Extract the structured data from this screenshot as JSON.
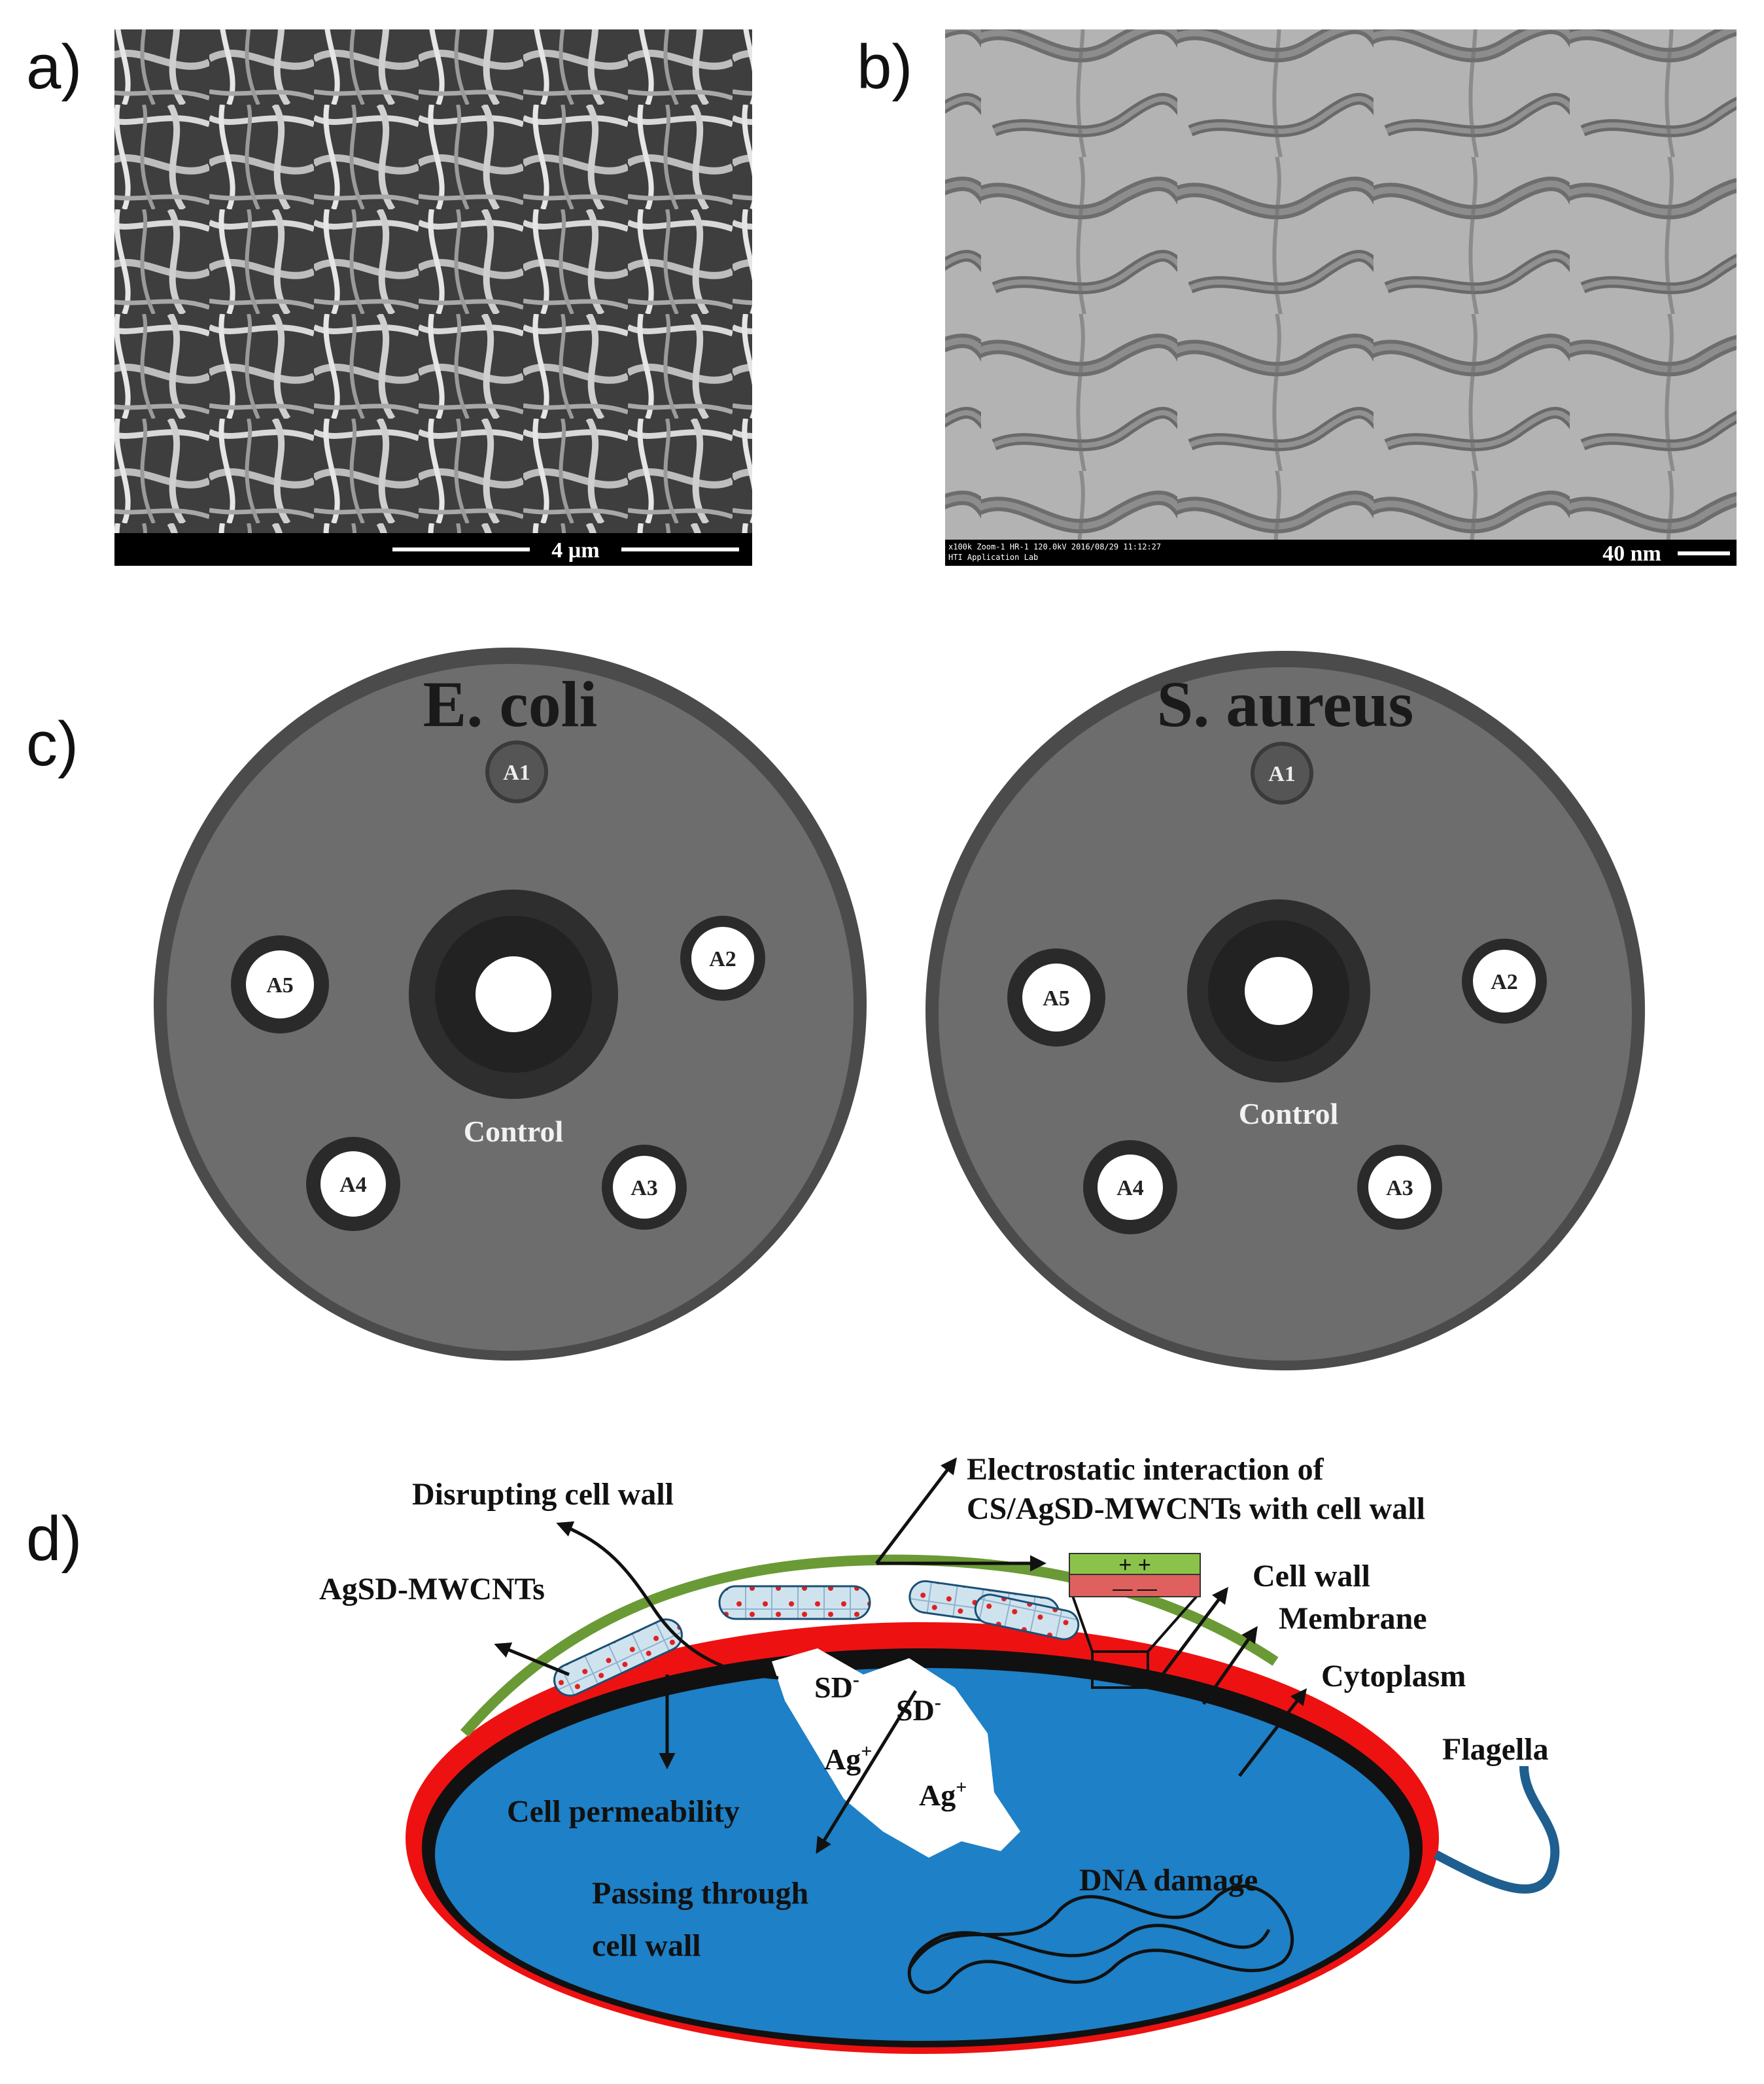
{
  "panels": {
    "a": {
      "letter": "a)",
      "scale_bar": "4 µm"
    },
    "b": {
      "letter": "b)",
      "scale_bar": "40 nm",
      "info_line1": "x100k Zoom-1 HR-1 120.0kV 2016/08/29 11:12:27",
      "info_line2": "HTI Application Lab"
    },
    "c": {
      "letter": "c)",
      "plates": [
        {
          "title": "E. coli",
          "discs": [
            "A1",
            "A2",
            "A3",
            "A4",
            "A5"
          ],
          "control": "Control"
        },
        {
          "title": "S. aureus",
          "discs": [
            "A1",
            "A2",
            "A3",
            "A4",
            "A5"
          ],
          "control": "Control"
        }
      ]
    },
    "d": {
      "letter": "d)",
      "labels": {
        "disrupting": "Disrupting cell wall",
        "electro_line1": "Electrostatic interaction of",
        "electro_line2": "CS/AgSD-MWCNTs with cell wall",
        "agsd": "AgSD-MWCNTs",
        "cell_wall": "Cell wall",
        "membrane": "Membrane",
        "cytoplasm": "Cytoplasm",
        "flagella": "Flagella",
        "cell_permeability": "Cell permeability",
        "passing_line1": "Passing through",
        "passing_line2": "cell wall",
        "dna_damage": "DNA damage",
        "sd1": "SD",
        "sd2": "SD",
        "ag1": "Ag",
        "ag2": "Ag",
        "minus": "-",
        "plus": "+",
        "charge_plus": "+  +",
        "charge_minus": "—  —"
      }
    }
  },
  "colors": {
    "cell_wall_red": "#ee1111",
    "cytoplasm_blue": "#1e80c6",
    "cs_layer_green": "#6a9a35",
    "flagella_blue": "#1f5f8f",
    "plate_gray": "#6b6b6b"
  }
}
